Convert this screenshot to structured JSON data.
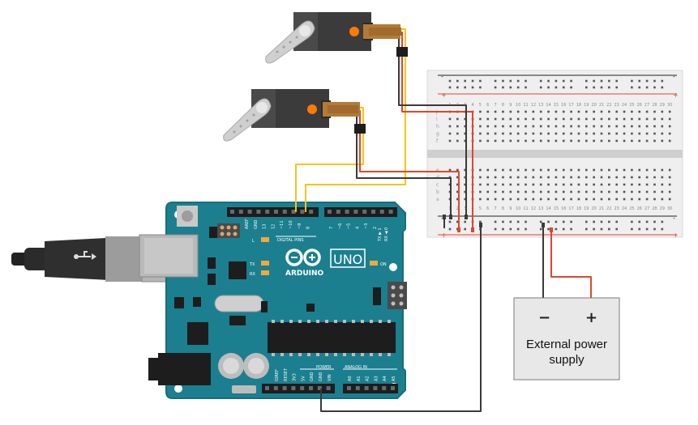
{
  "arduino": {
    "brand": "ARDUINO",
    "model": "UNO",
    "digital_header": "DIGITAL PINS",
    "power_header": "POWER",
    "analog_header": "ANALOG IN",
    "led_on": "ON",
    "led_l": "L",
    "led_tx": "TX",
    "led_rx": "RX",
    "tx_label": "TX ▶ 1",
    "rx_label": "RX ◀ 0",
    "aref": "AREF",
    "gnd_top": "GND",
    "pins_digital": [
      "13",
      "12",
      "~11",
      "~10",
      "~9",
      "8",
      "7",
      "~6",
      "~5",
      "4",
      "~3",
      "2"
    ],
    "pins_power": [
      "IOREF",
      "RESET",
      "3V3",
      "5V",
      "GND",
      "GND",
      "VIN"
    ],
    "pins_analog": [
      "A0",
      "A1",
      "A2",
      "A3",
      "A4",
      "A5"
    ]
  },
  "power_supply": {
    "minus": "−",
    "plus": "+",
    "label_line1": "External power",
    "label_line2": "supply"
  },
  "breadboard": {
    "columns": [
      "1",
      "2",
      "3",
      "4",
      "5",
      "6",
      "7",
      "8",
      "9",
      "10",
      "11",
      "12",
      "13",
      "14",
      "15",
      "16",
      "17",
      "18",
      "19",
      "20",
      "21",
      "22",
      "23",
      "24",
      "25",
      "26",
      "27",
      "28",
      "29",
      "30"
    ],
    "rows_top": [
      "j",
      "i",
      "h",
      "g",
      "f"
    ],
    "rows_bottom": [
      "e",
      "d",
      "c",
      "b",
      "a"
    ]
  },
  "colors": {
    "board": "#1b7f8f",
    "wire_signal": "#f5c518",
    "wire_power": "#e0472a",
    "wire_ground": "#3a3a3a",
    "servo_body": "#3b3b3b",
    "breadboard": "#efefef"
  }
}
